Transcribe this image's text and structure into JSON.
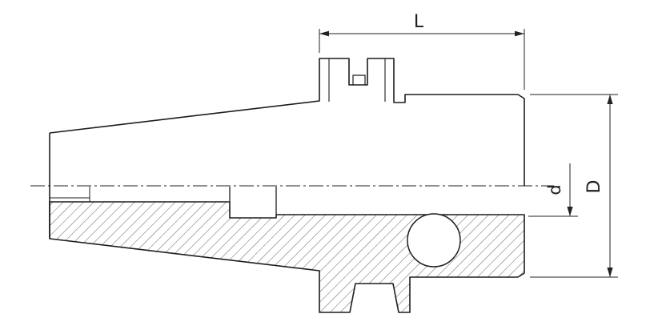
{
  "diagram": {
    "labels": {
      "length": "L",
      "small_diameter": "d",
      "large_diameter": "D"
    },
    "colors": {
      "line": "#1d1d1d",
      "hatch": "#3a3a3a",
      "background": "#ffffff"
    }
  }
}
